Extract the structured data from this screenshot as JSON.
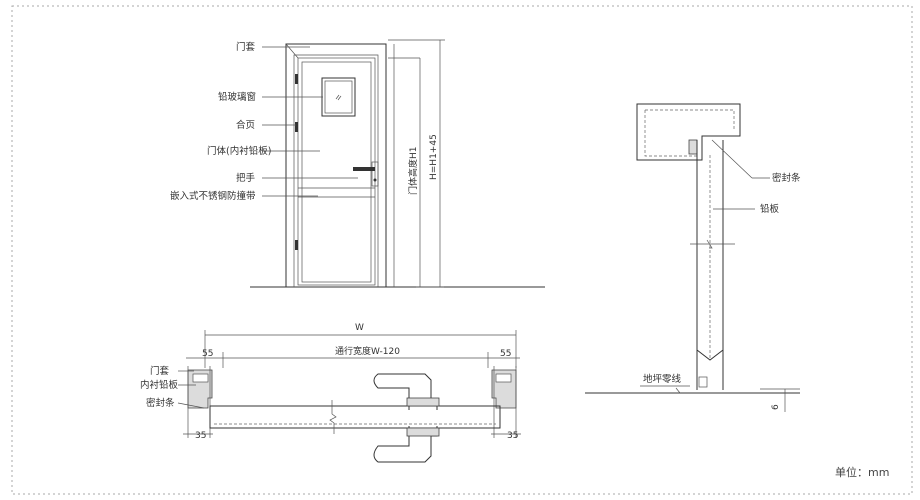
{
  "labels": {
    "door_frame": "门套",
    "lead_glass_window": "铅玻璃窗",
    "hinge": "合页",
    "door_body": "门体(内衬铅板)",
    "handle": "把手",
    "anti_collision_strip": "嵌入式不锈钢防撞带",
    "door_height": "门体高度H1",
    "total_height": "H=H1+45",
    "seal_strip": "密封条",
    "lead_plate": "铅板",
    "floor_zero_line": "地坪零线",
    "plan_door_frame": "门套",
    "plan_inner_lead": "内衬铅板",
    "plan_seal_strip": "密封条"
  },
  "dimensions": {
    "width_w": "W",
    "clear_width": "通行宽度W-120",
    "left_55": "55",
    "right_55": "55",
    "left_35": "35",
    "right_35": "35",
    "floor_gap": "6"
  },
  "unit_note": "单位：mm"
}
